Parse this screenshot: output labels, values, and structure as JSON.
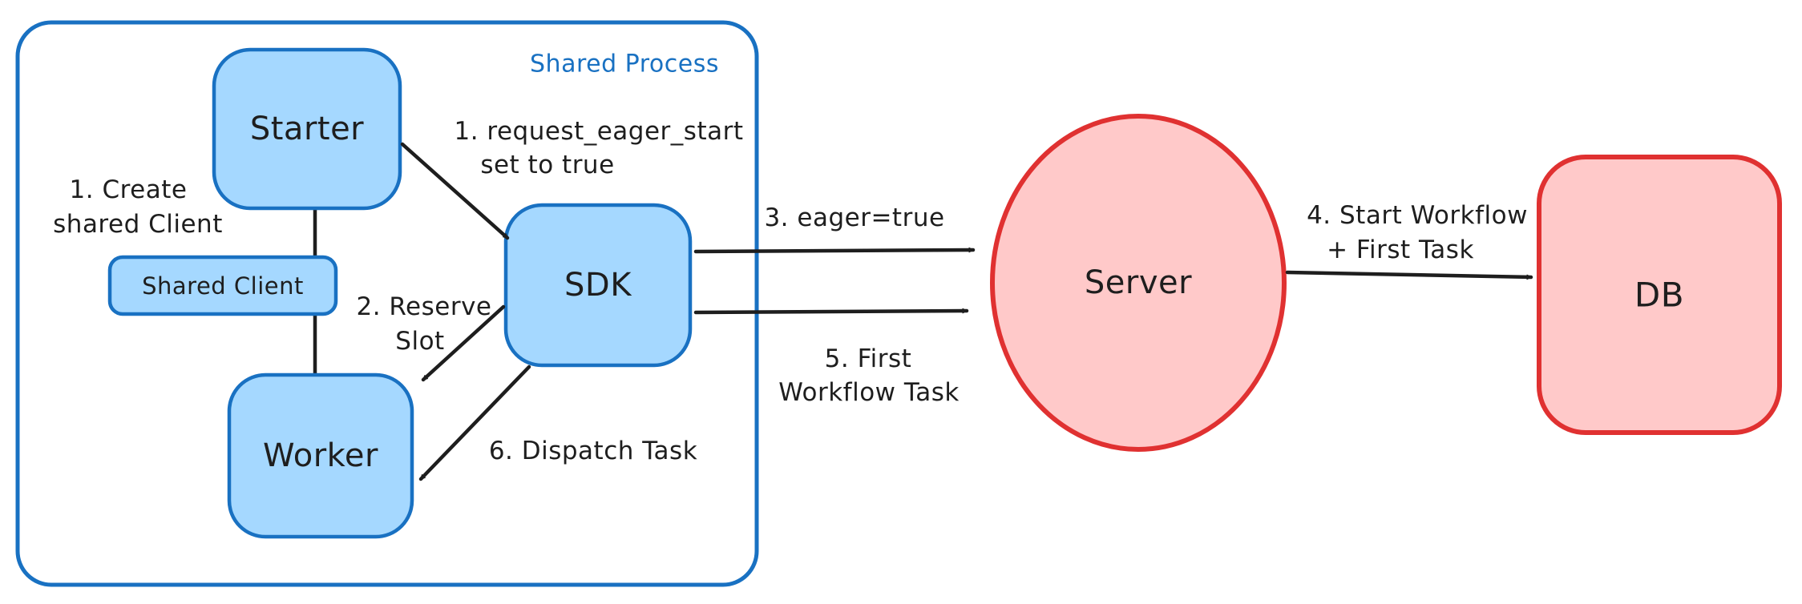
{
  "diagram": {
    "container": {
      "label": "Shared Process"
    },
    "nodes": {
      "starter": {
        "label": "Starter"
      },
      "shared_client": {
        "label": "Shared Client"
      },
      "worker": {
        "label": "Worker"
      },
      "sdk": {
        "label": "SDK"
      },
      "server": {
        "label": "Server"
      },
      "db": {
        "label": "DB"
      }
    },
    "annotations": {
      "create_shared_client": {
        "line1": "1. Create",
        "line2": "shared Client"
      },
      "request_eager_start": {
        "line1": "1. request_eager_start",
        "line2": "set to true"
      },
      "reserve_slot": {
        "line1": "2. Reserve",
        "line2": "Slot"
      },
      "eager_true": {
        "label": "3. eager=true"
      },
      "start_workflow": {
        "line1": "4. Start Workflow",
        "line2": "+ First Task"
      },
      "first_workflow_task": {
        "line1": "5. First",
        "line2": "Workflow Task"
      },
      "dispatch_task": {
        "label": "6. Dispatch Task"
      }
    },
    "colors": {
      "blue_stroke": "#1971c2",
      "blue_fill": "#a5d8ff",
      "red_stroke": "#e03131",
      "red_fill": "#ffc9c9",
      "line": "#1e1e1e",
      "text": "#1e1e1e",
      "background": "#ffffff"
    }
  }
}
